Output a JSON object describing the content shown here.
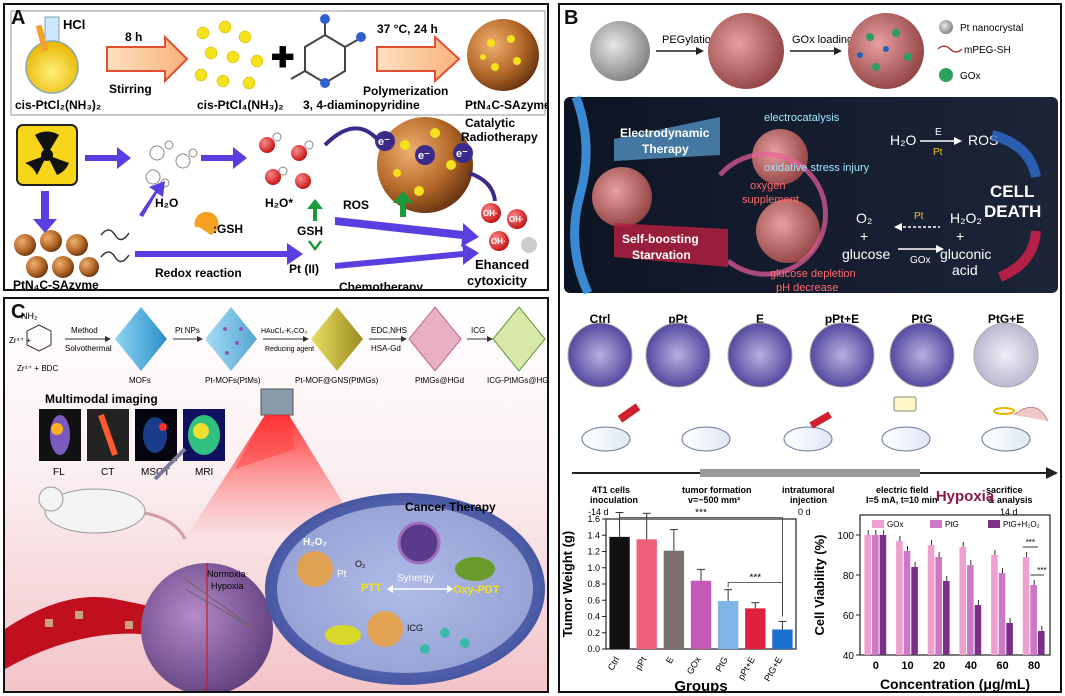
{
  "panelA": {
    "letter": "A",
    "hcl": "HCl",
    "time1": "8 h",
    "step1": "Stirring",
    "cond2": "37 °C, 24 h",
    "step2": "Polymerization",
    "reagent1": "cis-PtCl₂(NH₃)₂",
    "reagent2": "cis-PtCl₄(NH₃)₂",
    "reagent3": "3, 4-diaminopyridine",
    "product": "PtN₄C-SAzyme",
    "h2o": "H₂O",
    "h2o_star": "H₂O*",
    "catalytic": "Catalytic",
    "radiotherapy": "Radiotherapy",
    "electron": "e⁻",
    "gsh_label": ":GSH",
    "gsh": "GSH",
    "pt2": "Pt (II)",
    "ros": "ROS",
    "redox": "Redox reaction",
    "chemo": "Chemotherapy",
    "oh": "OH·",
    "enhanced1": "Ehanced",
    "enhanced2": "cytoxicity",
    "saz": "PtN₄C-SAzyme"
  },
  "panelB": {
    "letter": "B",
    "pegylation": "PEGylation",
    "gox_loading": "GOx loading",
    "legend": [
      "Pt nanocrystal",
      "mPEG-SH",
      "GOx"
    ],
    "edt1": "Electrodynamic",
    "edt2": "Therapy",
    "electrocatalysis": "electrocatalysis",
    "oxidative": "oxidative stress injury",
    "h2o": "H₂O",
    "e": "E",
    "pt": "Pt",
    "ros": "ROS",
    "cell": "CELL",
    "death": "DEATH",
    "oxygen1": "oxygen",
    "oxygen2": "supplement",
    "sbs1": "Self-boosting",
    "sbs2": "Starvation",
    "o2": "O₂",
    "plus": "+",
    "glucose": "glucose",
    "gox": "GOx",
    "h2o2": "H₂O₂",
    "gluconic1": "gluconic",
    "gluconic2": "acid",
    "depletion": "glucose depletion",
    "ph": "pH decrease",
    "groups": [
      "Ctrl",
      "pPt",
      "E",
      "pPt+E",
      "PtG",
      "PtG+E"
    ],
    "timeline": {
      "inoc1": "4T1 cells",
      "inoc2": "inoculation",
      "tumor1": "tumor formation",
      "tumor2": "v=~500 mm³",
      "inj1": "intratumoral",
      "inj2": "injection",
      "field1": "electric field",
      "field2": "I=5 mA, t=10 min",
      "sac1": "sacrifice",
      "sac2": "& analysis",
      "d1": "-14 d",
      "d2": "0 d",
      "d3": "14 d"
    }
  },
  "panelC": {
    "letter": "C",
    "zr": "Zr⁴⁺ +",
    "bdc": "Zr⁴⁺ + BDC",
    "nh2": "NH₂",
    "method": "Method",
    "solvo": "Solvothermal",
    "ptnps": "Pt NPs",
    "hauc": "HAuCl₄-K₂CO₃",
    "reducing": "Reducing agent",
    "edc": "EDC,NHS",
    "hsa": "HSA-Gd",
    "icg": "ICG",
    "mofs": "MOFs",
    "ptmofs": "Pt-MOFs(PtMs)",
    "ptmof_gns": "Pt-MOF@GNS(PtMGs)",
    "ptmgs_hgd": "PtMGs@HGd",
    "icg_ptmgs": "ICG-PtMGs@HGd",
    "multimodal": "Multimodal imaging",
    "modes": [
      "FL",
      "CT",
      "MSOT",
      "MRI"
    ],
    "cancer": "Cancer Therapy",
    "h2o2": "H₂O₂",
    "pt": "Pt",
    "o2": "O₂",
    "ptt": "PTT",
    "synergy": "Synergy",
    "oxy": "Oxy-PDT",
    "icg2": "ICG",
    "normoxia": "Normoxia",
    "hypoxia": "Hypoxia"
  },
  "chart_data": [
    {
      "type": "bar",
      "categories": [
        "Ctrl",
        "pPt",
        "E",
        "GOx",
        "PtG",
        "pPt+E",
        "PtG+E"
      ],
      "values": [
        1.38,
        1.35,
        1.21,
        0.84,
        0.59,
        0.5,
        0.24
      ],
      "errors": [
        0.3,
        0.32,
        0.26,
        0.14,
        0.14,
        0.07,
        0.1
      ],
      "colors": [
        "#111111",
        "#f0607a",
        "#7a6e6e",
        "#c45ab6",
        "#7fb4e6",
        "#e0203c",
        "#1b6fd0"
      ],
      "xlabel": "Groups",
      "ylabel": "Tumor Weight (g)",
      "ylim": [
        0,
        1.6
      ],
      "yticks": [
        "0.0",
        "0.2",
        "0.4",
        "0.6",
        "0.8",
        "1.0",
        "1.2",
        "1.4",
        "1.6"
      ],
      "annotations": [
        "***",
        "***"
      ]
    },
    {
      "type": "bar",
      "title": "Hypoxia",
      "categories": [
        "0",
        "10",
        "20",
        "40",
        "60",
        "80"
      ],
      "series": [
        {
          "name": "GOx",
          "color": "#f0a0cf",
          "values": [
            100,
            97,
            95,
            94,
            90,
            89
          ]
        },
        {
          "name": "PtG",
          "color": "#cc78c6",
          "values": [
            100,
            92,
            89,
            85,
            81,
            75
          ]
        },
        {
          "name": "PtG+H₂O₂",
          "color": "#7b2f86",
          "values": [
            100,
            84,
            77,
            65,
            56,
            52
          ]
        }
      ],
      "xlabel": "Concentration (μg/mL)",
      "ylabel": "Cell Viability (%)",
      "ylim": [
        40,
        110
      ],
      "yticks": [
        "40",
        "60",
        "80",
        "100"
      ],
      "annotations": [
        "***",
        "***"
      ]
    }
  ]
}
